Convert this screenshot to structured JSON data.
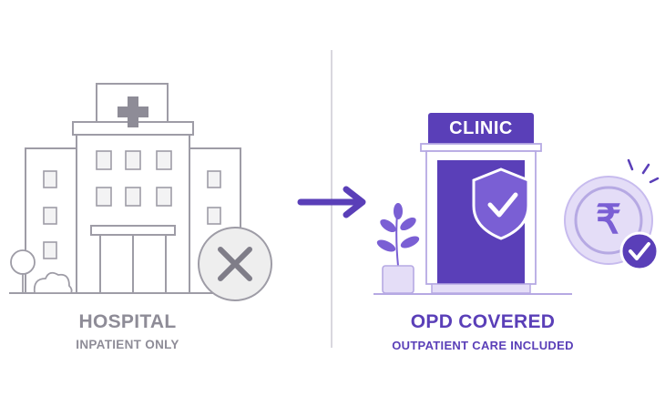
{
  "left": {
    "title": "HOSPITAL",
    "subtitle": "INPATIENT ONLY"
  },
  "right": {
    "sign": "CLINIC",
    "title": "OPD COVERED",
    "subtitle": "OUTPATIENT CARE INCLUDED",
    "currency_symbol": "₹"
  },
  "colors": {
    "primary": "#5a3fb8",
    "primary_light": "#e4ddf7",
    "gray": "#8e8c97",
    "gray_light": "#eeeeee"
  }
}
